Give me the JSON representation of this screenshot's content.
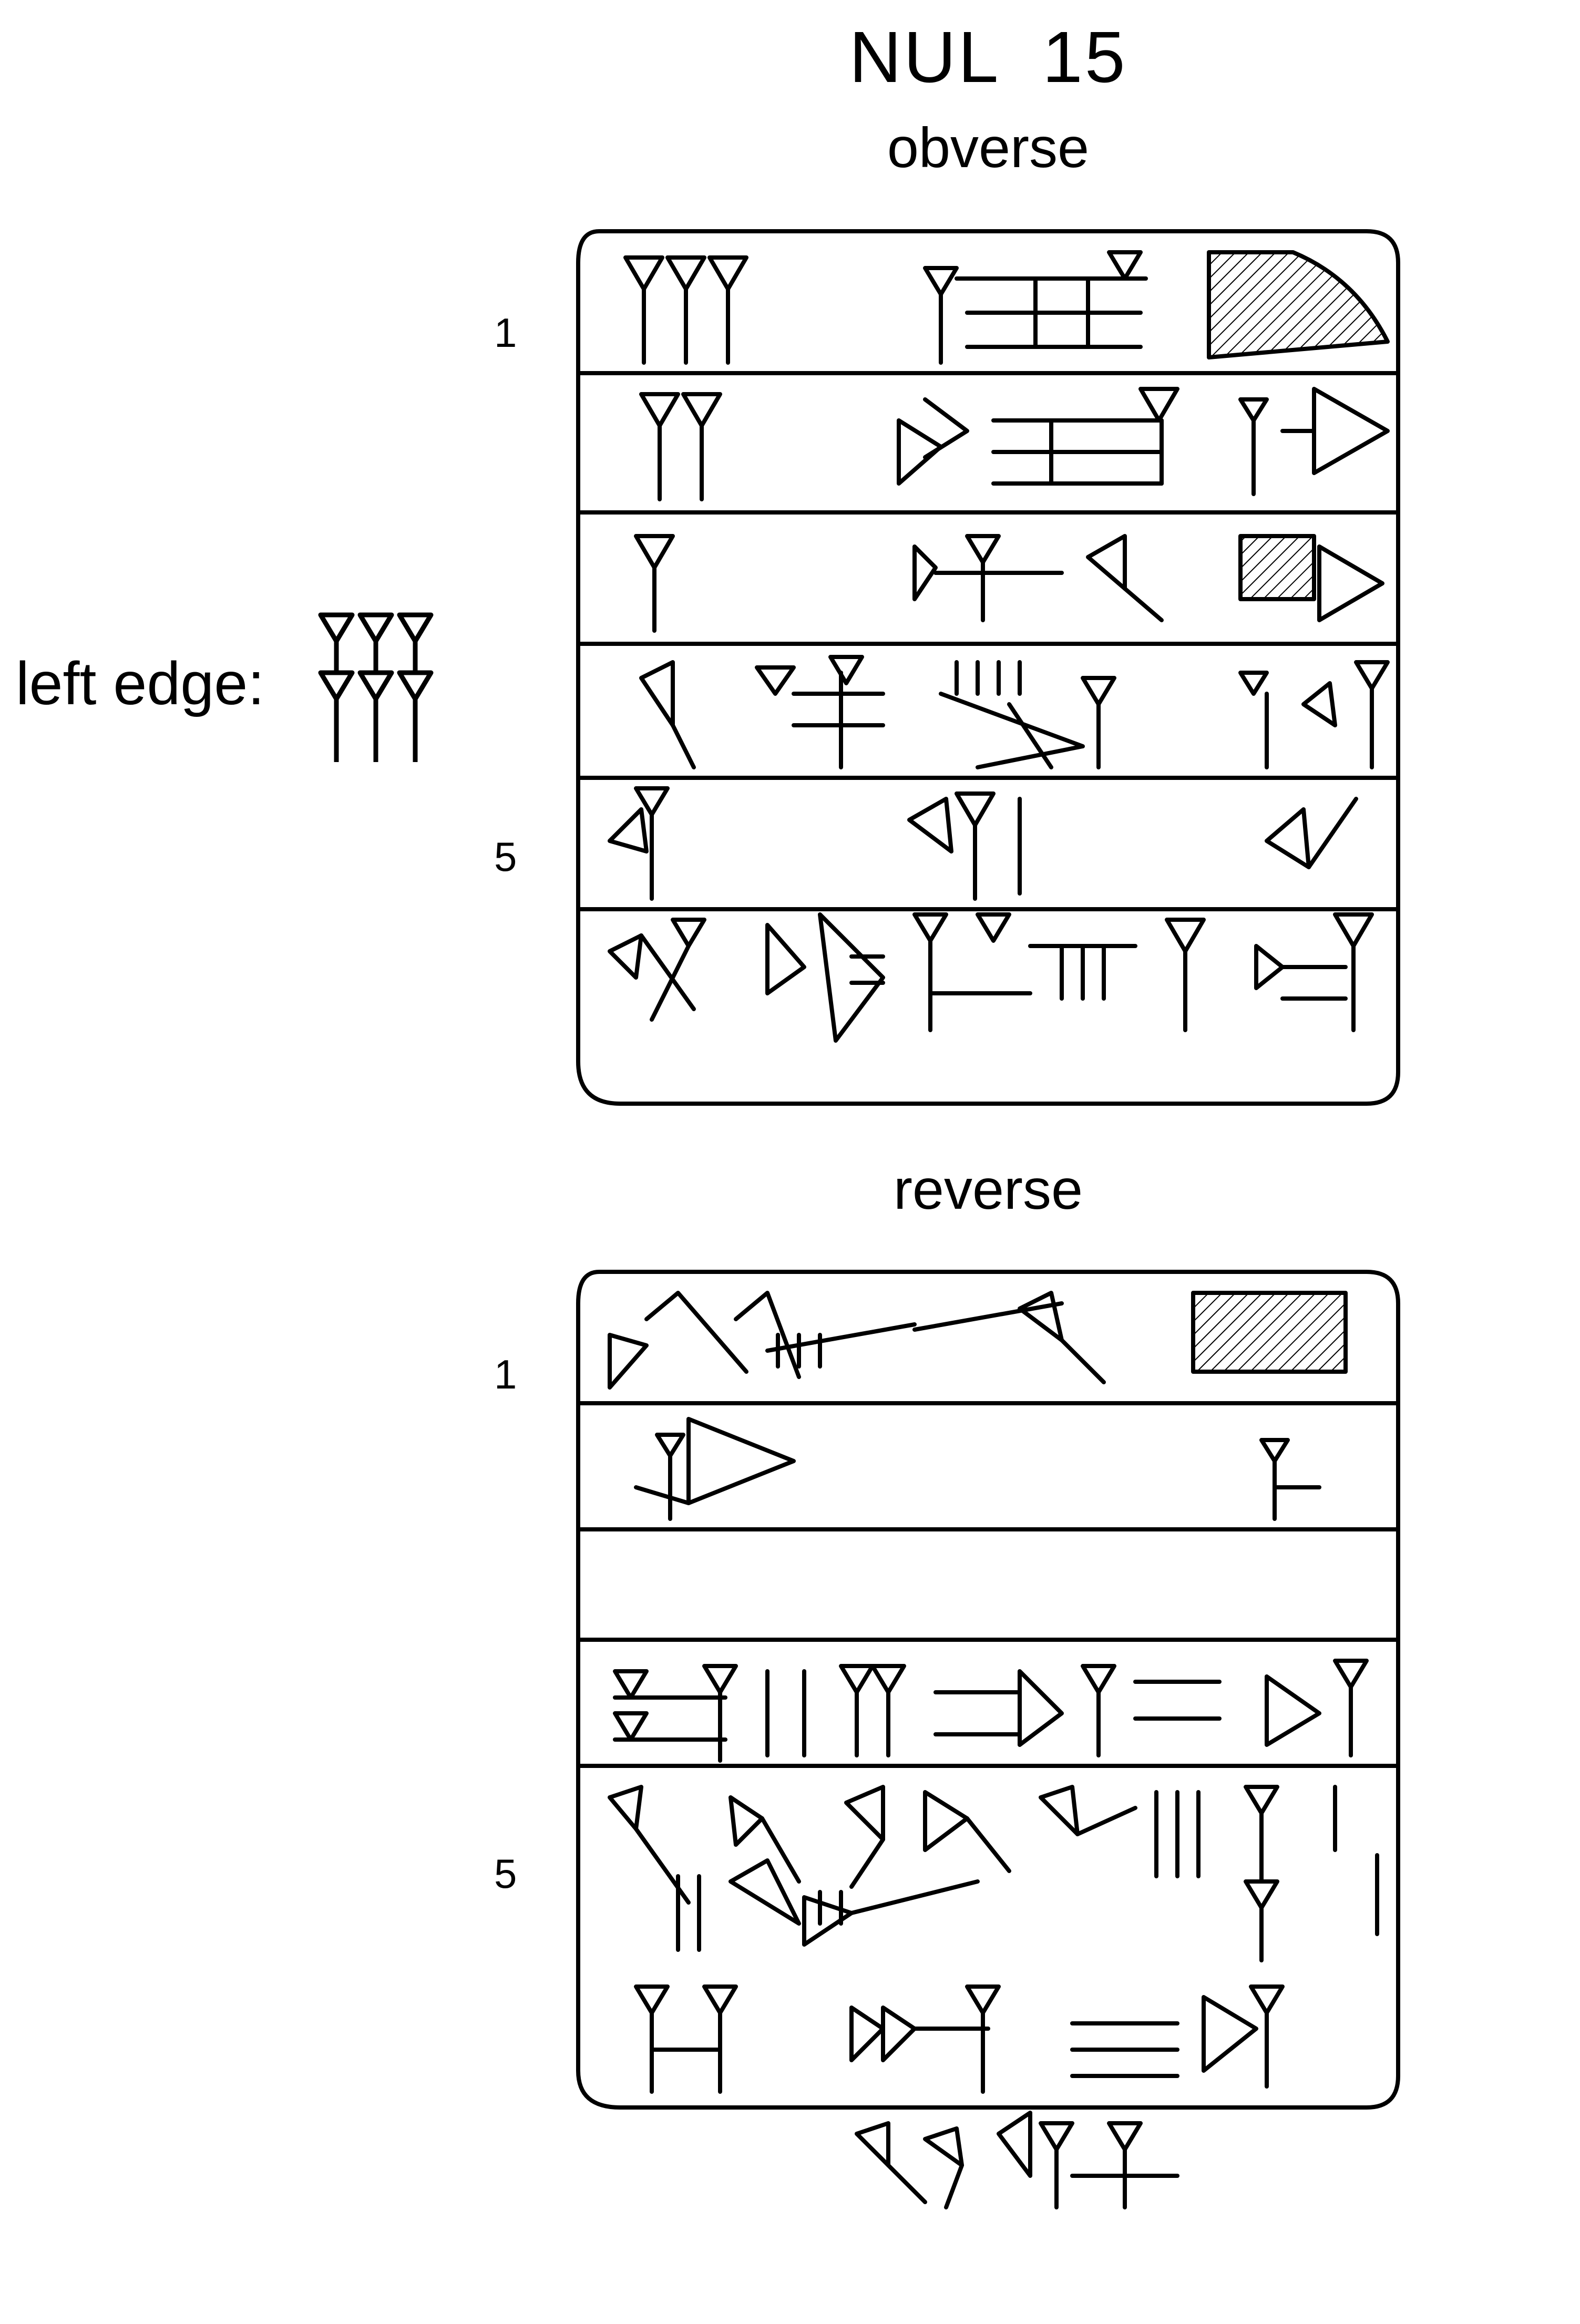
{
  "title": "NUL  15",
  "obverse": {
    "label": "obverse",
    "line_numbers": [
      "1",
      "5"
    ]
  },
  "reverse": {
    "label": "reverse",
    "line_numbers": [
      "1",
      "5"
    ]
  },
  "left_edge": {
    "label": "left edge:"
  },
  "colors": {
    "ink": "#000000",
    "background": "#ffffff"
  }
}
